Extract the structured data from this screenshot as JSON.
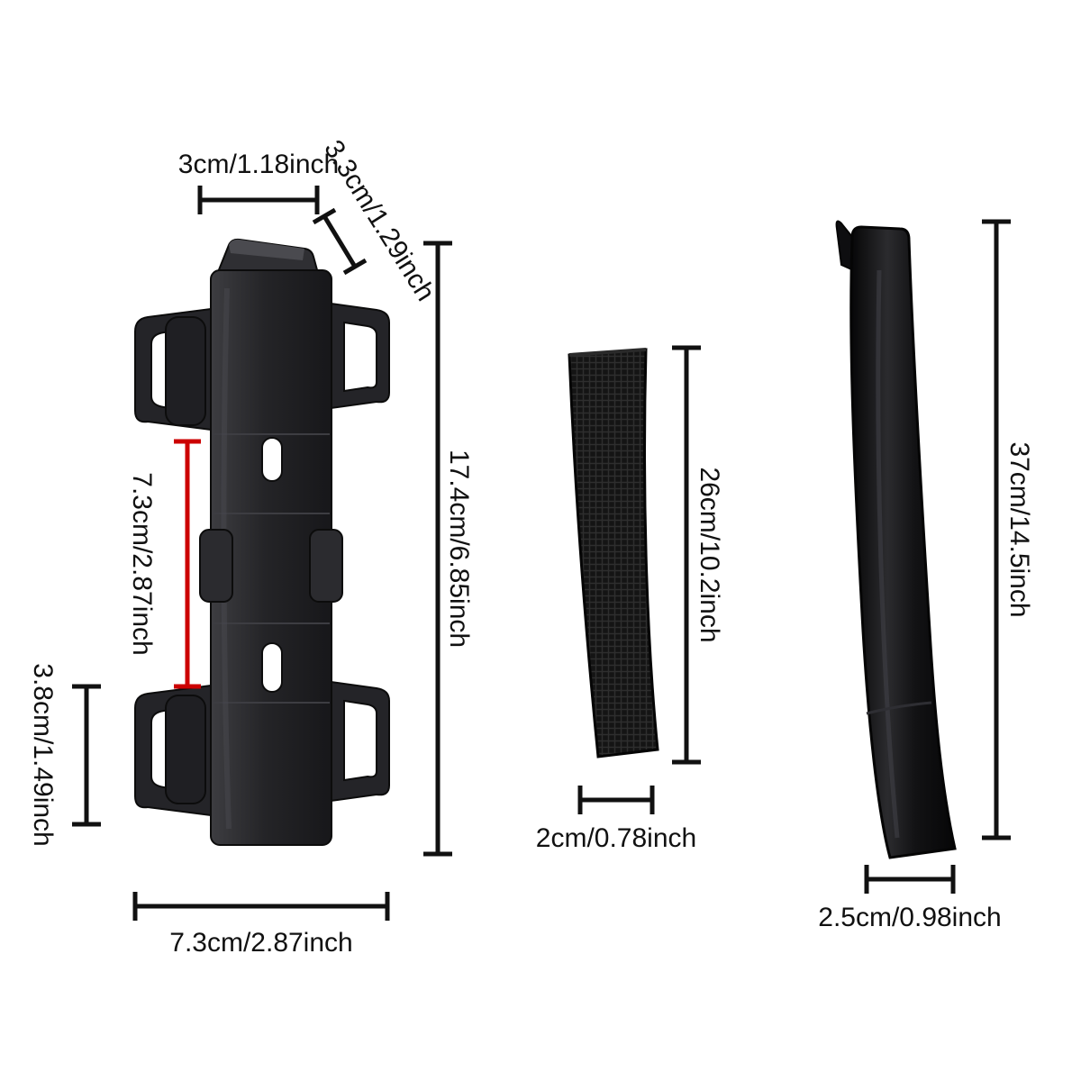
{
  "colors": {
    "background": "#ffffff",
    "dimension_line": "#111111",
    "highlight_line": "#cc0000",
    "label_text": "#111111",
    "product": "#1b1b1d",
    "slot_hole": "#ffffff"
  },
  "bracket": {
    "dims": {
      "top_width": "3cm/1.18inch",
      "flange_depth": "3.3cm/1.29inch",
      "total_height": "17.4cm/6.85inch",
      "mid_spacing": "7.3cm/2.87inch",
      "wing_height": "3.8cm/1.49inch",
      "bottom_width": "7.3cm/2.87inch"
    }
  },
  "strap_short": {
    "dims": {
      "length": "26cm/10.2inch",
      "width": "2cm/0.78inch"
    }
  },
  "strap_long": {
    "dims": {
      "length": "37cm/14.5inch",
      "width": "2.5cm/0.98inch"
    }
  }
}
